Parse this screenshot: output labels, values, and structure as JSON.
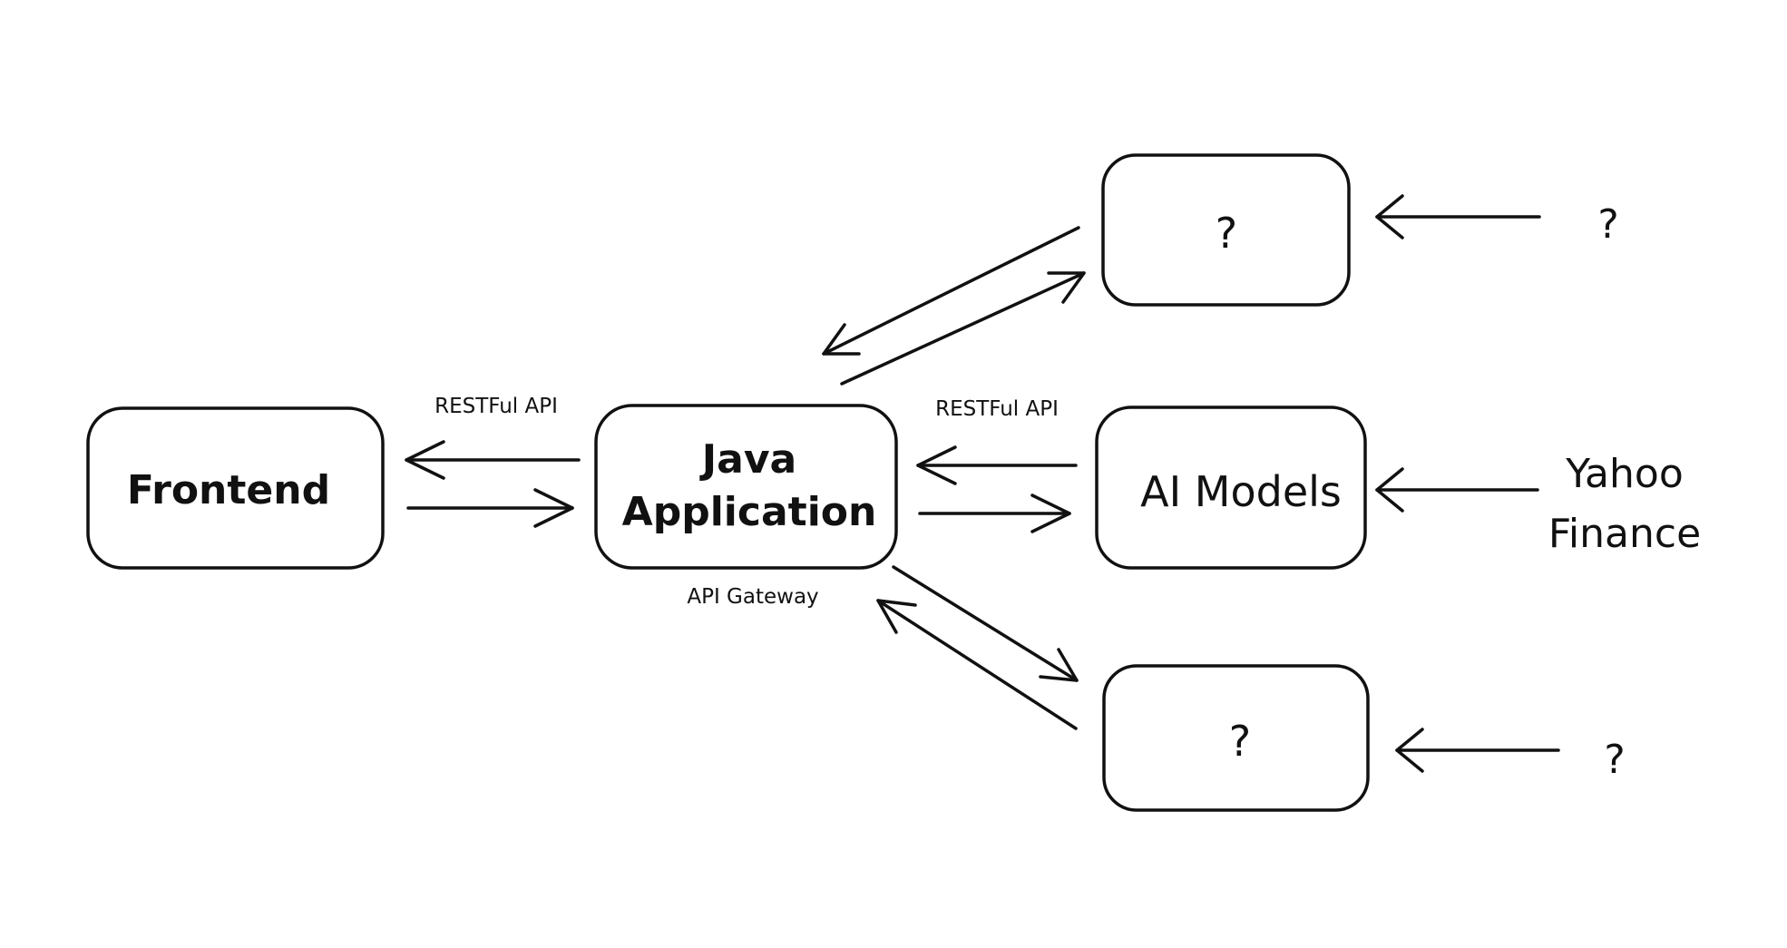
{
  "nodes": {
    "frontend": "Frontend",
    "java_app_line1": "Java",
    "java_app_line2": "Application",
    "ai_models": "AI Models",
    "top_service": "?",
    "bottom_service": "?"
  },
  "sources": {
    "top": "?",
    "middle_line1": "Yahoo",
    "middle_line2": "Finance",
    "bottom": "?"
  },
  "connection_labels": {
    "frontend_java": "RESTFul API",
    "java_ai": "RESTFul API",
    "java_caption": "API Gateway"
  }
}
